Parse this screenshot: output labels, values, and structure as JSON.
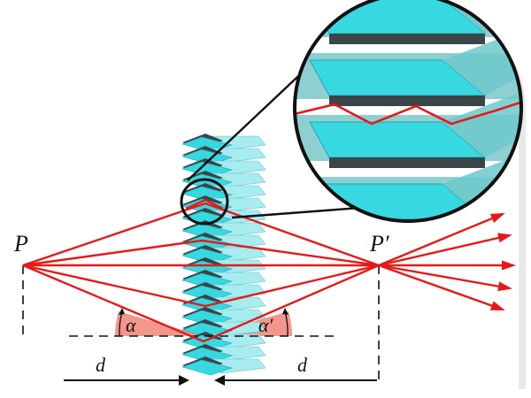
{
  "labels": {
    "source": "P",
    "image": "P′",
    "angle_in": "α",
    "angle_out": "α′",
    "dist_left": "d",
    "dist_right": "d"
  },
  "colors": {
    "ray": "#e41a1a",
    "slat_face": "#38d8e0",
    "slat_light": "#a6ecf0",
    "slat_dark": "#3c4548",
    "slat_back": "#8ecfd2",
    "angle_fill": "#f28b7e",
    "outline": "#111111"
  }
}
